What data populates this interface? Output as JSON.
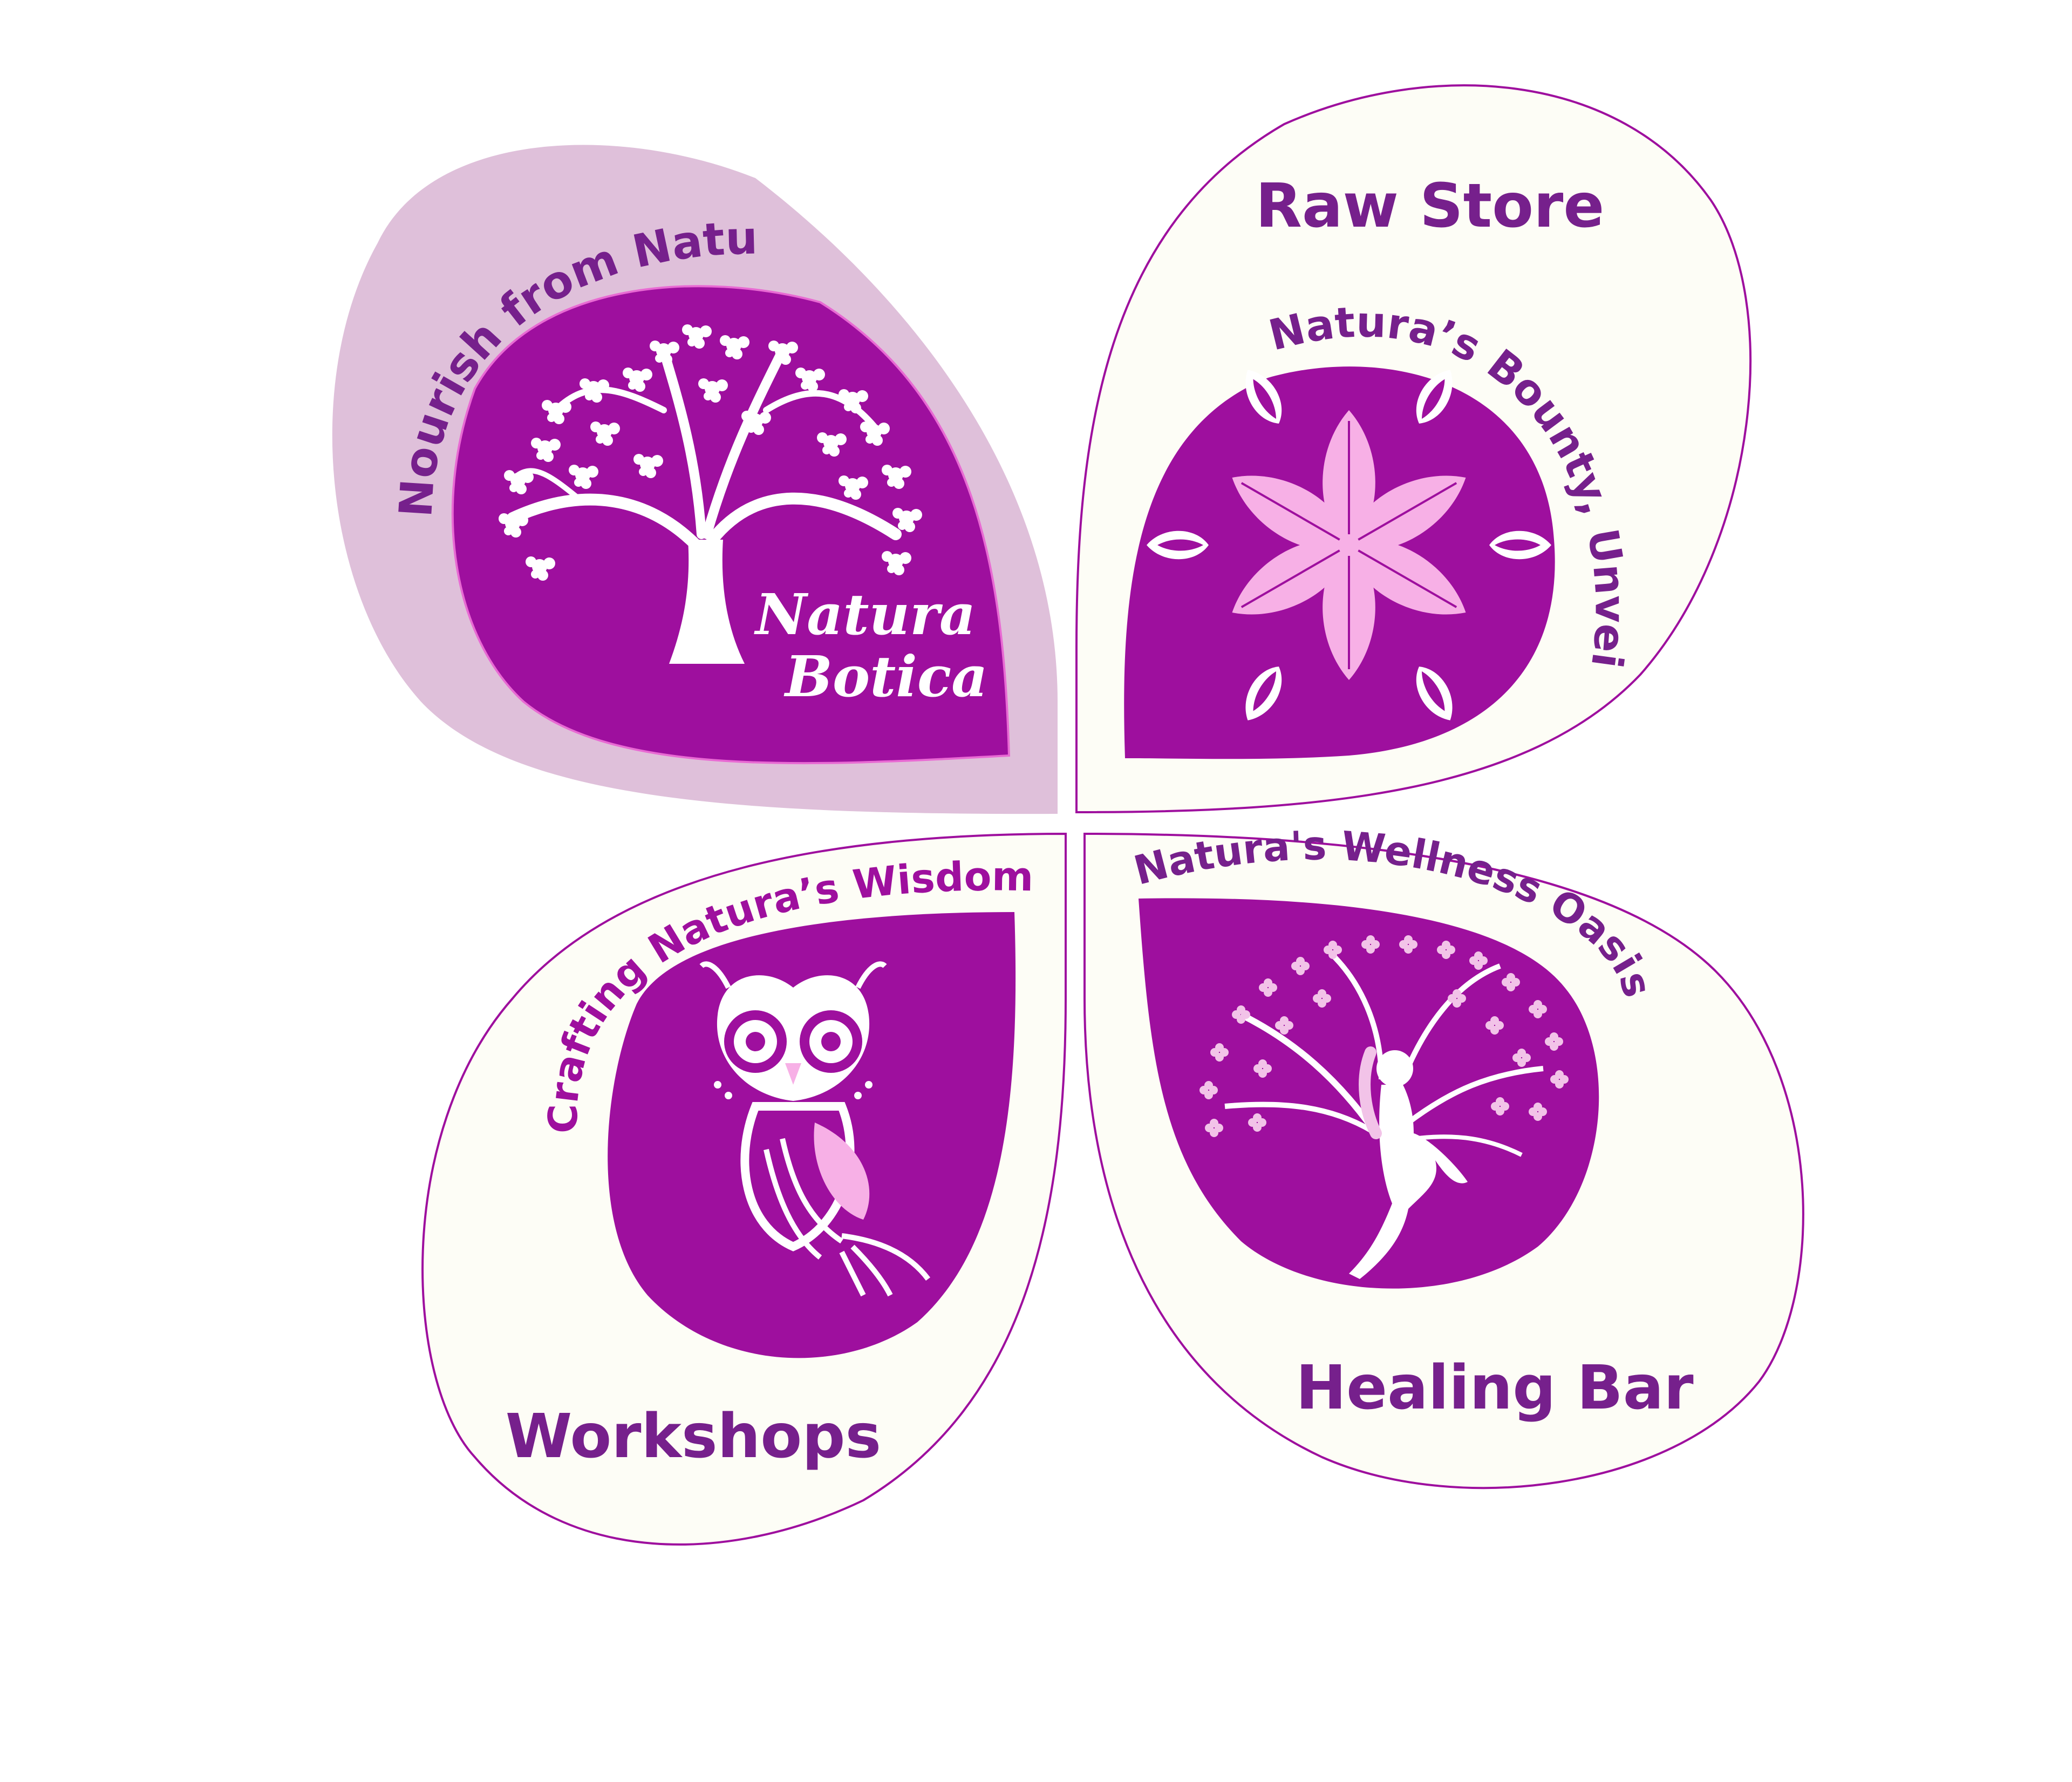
{
  "colors": {
    "primary_purple": "#9e0f9e",
    "text_purple": "#76208c",
    "petal_cream": "#fdfdf6",
    "petal_lavender": "#dfc0da",
    "accent_pink": "#f7b0e6",
    "light_pink": "#f2c3e8",
    "white": "#ffffff"
  },
  "petals": {
    "top_left": {
      "tagline": "Nourish from Nature",
      "brand_line1": "Natura",
      "brand_line2": "Botica",
      "icon": "blossom-tree-icon"
    },
    "top_right": {
      "title": "Raw Store",
      "tagline": "Natura’s Bounty, Unveiled",
      "icon": "leaf-mandala-icon"
    },
    "bottom_left": {
      "title": "Workshops",
      "tagline": "Crafting Natura’s Wisdom",
      "icon": "owl-icon"
    },
    "bottom_right": {
      "title": "Healing Bar",
      "tagline": "Natura's Wellness Oasis",
      "icon": "tree-woman-icon"
    }
  }
}
